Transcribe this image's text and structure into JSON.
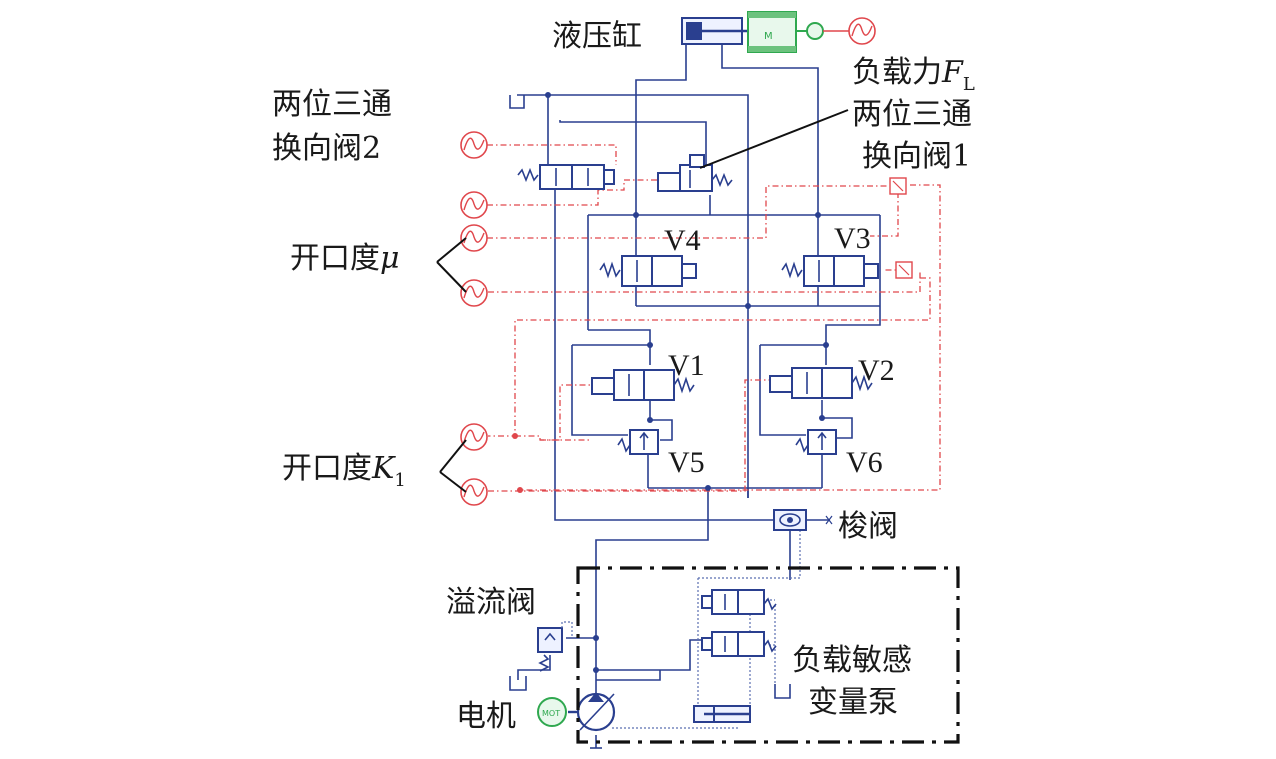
{
  "labels": {
    "cylinder": "液压缸",
    "load_force": "负载力",
    "load_force_symbol": "F",
    "load_force_sub": "L",
    "valve2_line1": "两位三通",
    "valve2_line2": "换向阀2",
    "valve1_line1": "两位三通",
    "valve1_line2": "换向阀1",
    "opening_mu": "开口度",
    "opening_mu_symbol": "μ",
    "opening_k": "开口度",
    "opening_k_symbol": "K",
    "opening_k_sub": "1",
    "shuttle": "梭阀",
    "relief": "溢流阀",
    "motor": "电机",
    "ls_pump_line1": "负载敏感",
    "ls_pump_line2": "变量泵"
  },
  "valves": {
    "v1": "V1",
    "v2": "V2",
    "v3": "V3",
    "v4": "V4",
    "v5": "V5",
    "v6": "V6"
  },
  "icons": {
    "motor_badge": "MOT",
    "mass_badge": "M"
  },
  "colors": {
    "hydraulic_line": "#2a3f8f",
    "signal_line": "#e0474c",
    "mechanical": "#2fa84f"
  }
}
